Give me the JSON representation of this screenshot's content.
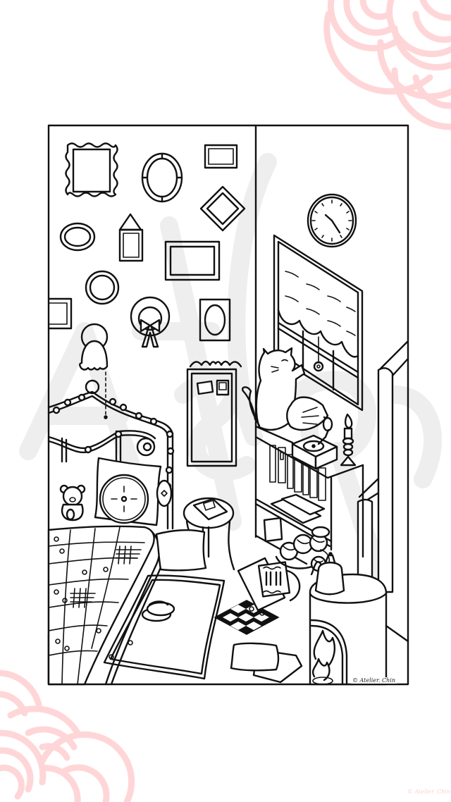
{
  "artwork": {
    "type": "coloring-page",
    "subject": "cozy bedroom corner",
    "signature_inside_frame": "© Atelier. Chin",
    "signature_corner": "© Atelier. Chin",
    "watermark_text": "Atelier"
  },
  "colors": {
    "line": "#111111",
    "background": "#ffffff",
    "wave_decoration": "#ffd6d8",
    "watermark": "#eeeeee"
  },
  "decorations": {
    "top_right": "seigaiha-wave-pattern",
    "bottom_left": "seigaiha-wave-pattern"
  },
  "scene_items": [
    "wavy-picture-frame",
    "oval-mirror-frame",
    "small-rect-frame",
    "diamond-frame",
    "oval-frame",
    "house-shaped-frame",
    "landscape-frame",
    "round-frame",
    "partial-frame-left",
    "wreath-with-bow",
    "oval-portrait-frame",
    "wall-lamp",
    "iron-bed-headboard",
    "string-lights",
    "pillow",
    "round-cushion",
    "teddy-bear",
    "patchwork-quilt",
    "bolster",
    "memo-board-mirror",
    "side-table",
    "book",
    "floor-cushion",
    "rug",
    "slippers",
    "checkerboard",
    "vinyl-record",
    "floor-pillow",
    "wall-clock",
    "window-with-blind",
    "cat",
    "gramophone",
    "candle",
    "bookshelf",
    "books",
    "yarn-basket",
    "kettle",
    "wood-stove",
    "stove-pipe",
    "fire"
  ],
  "clock": {
    "hour_hand": "approx 4",
    "minute_hand": "approx 25"
  }
}
